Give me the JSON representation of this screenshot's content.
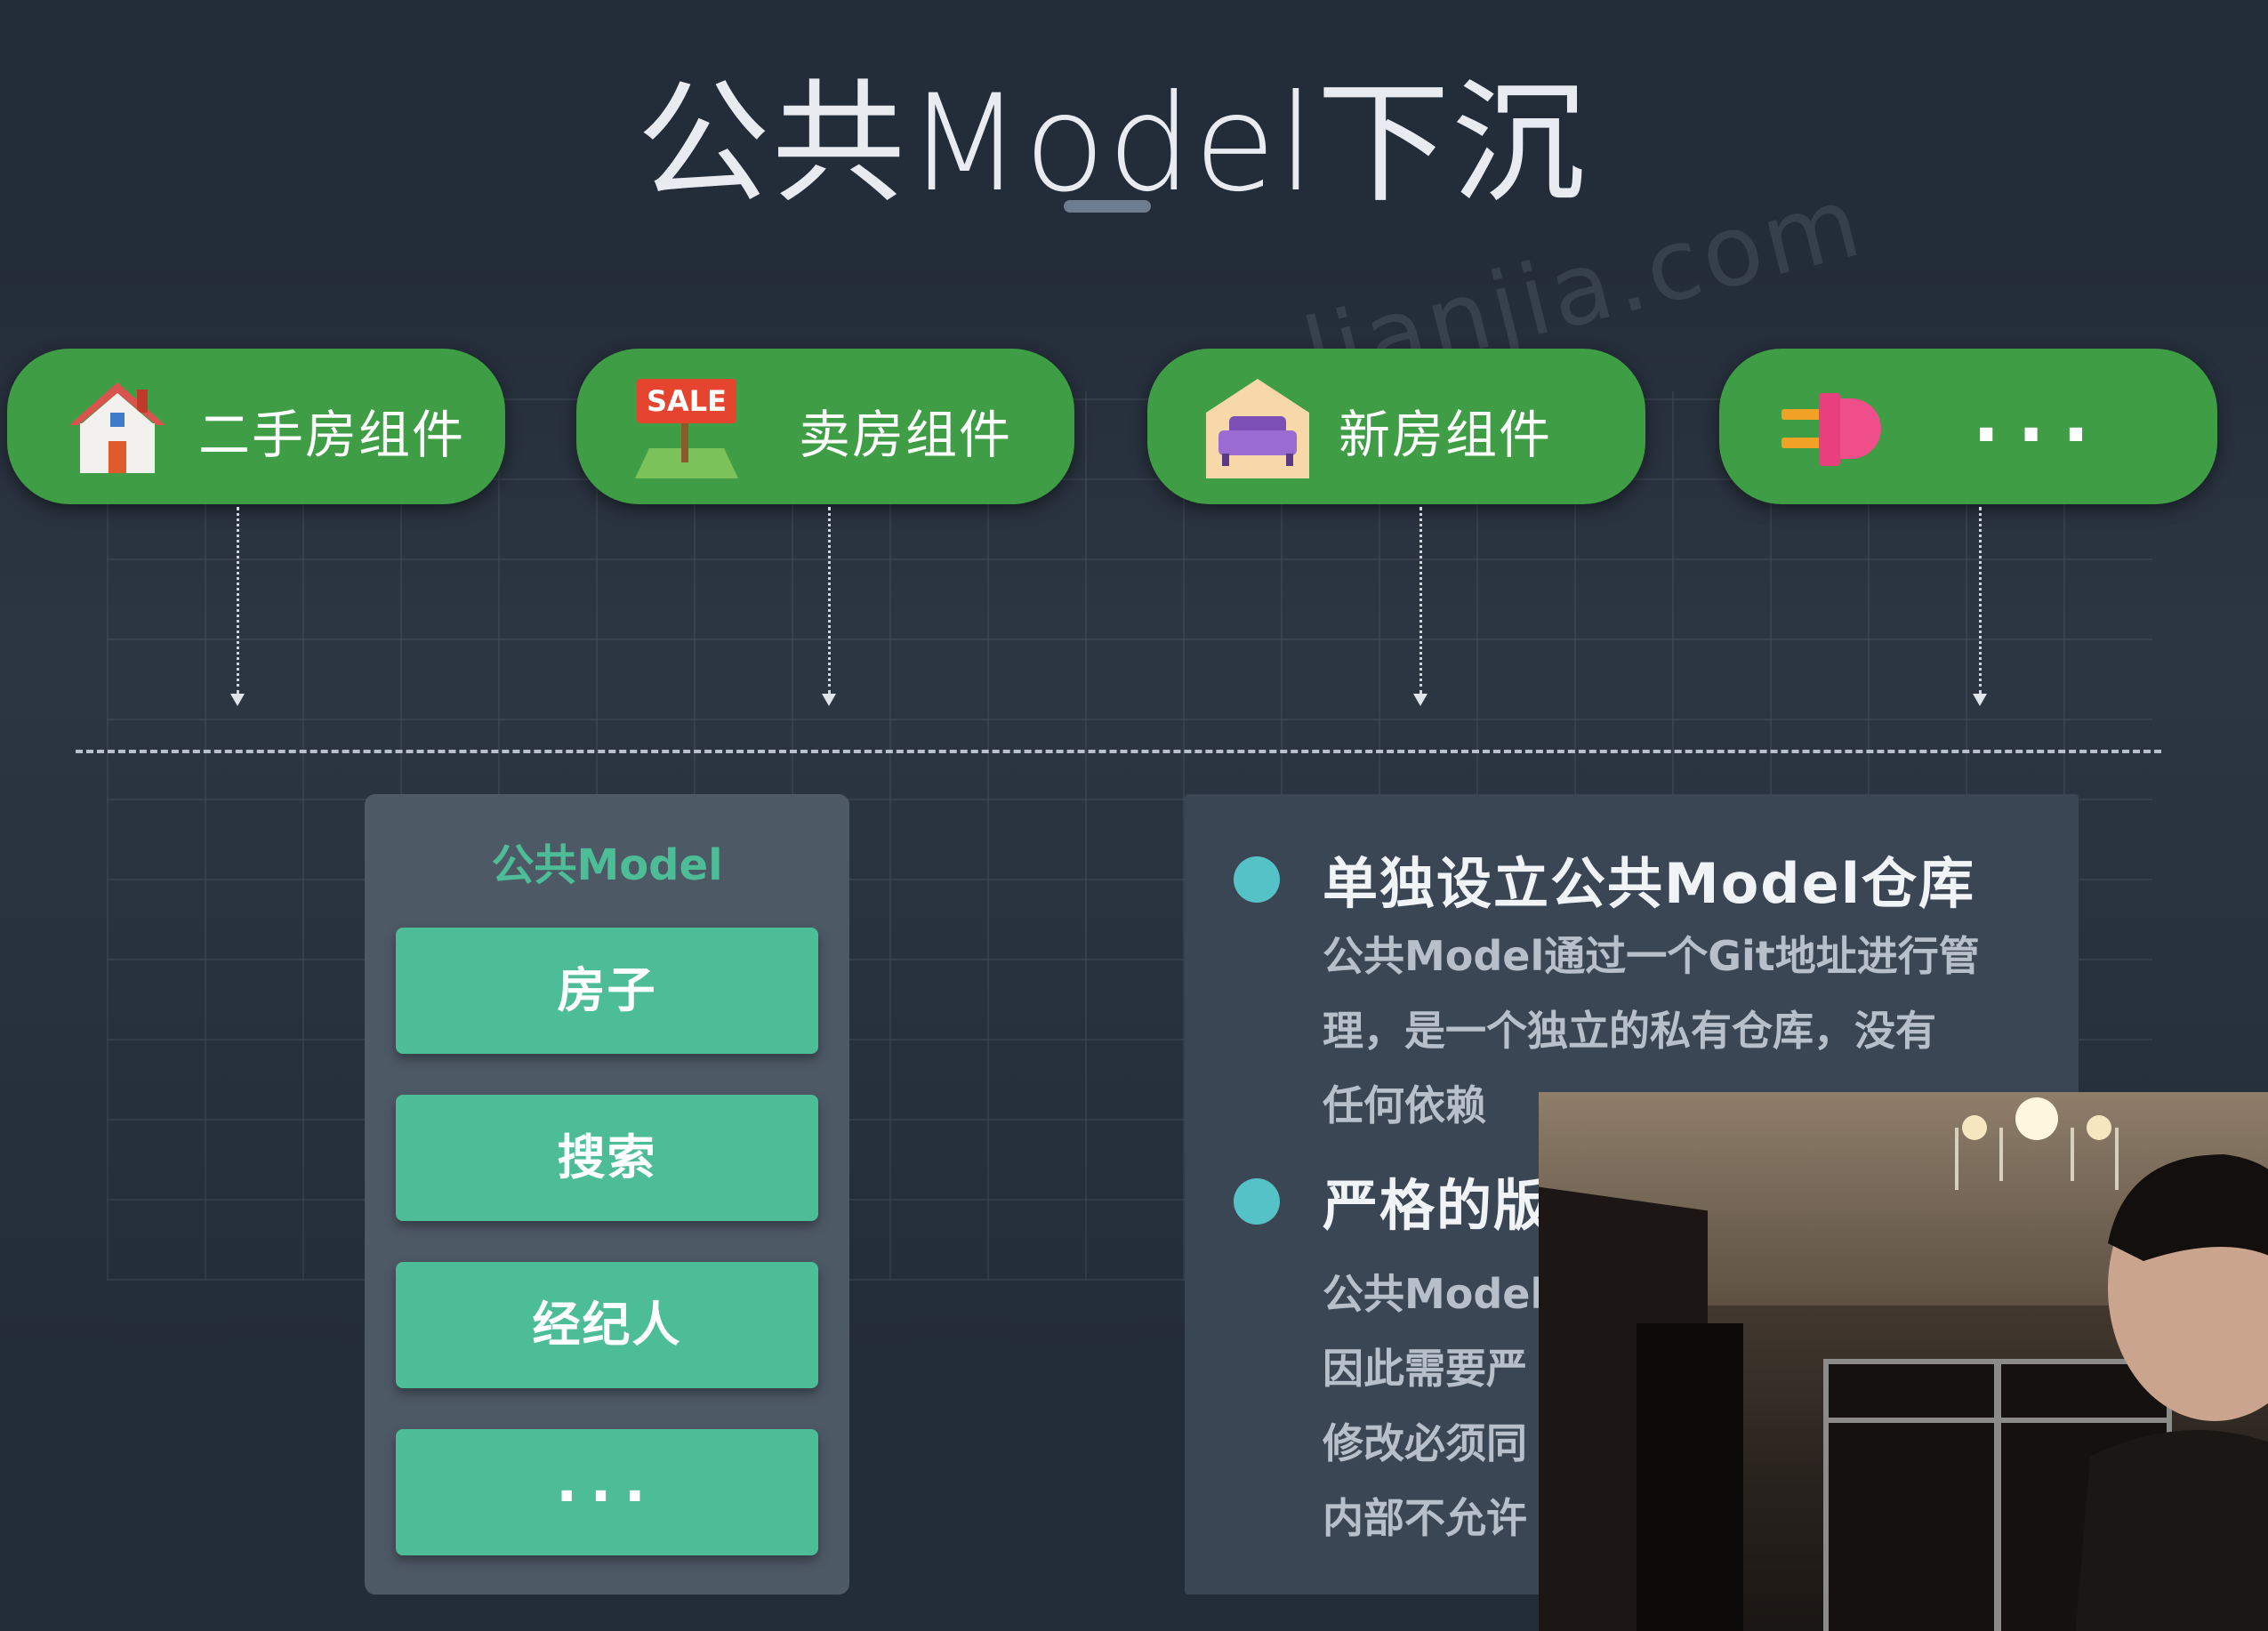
{
  "slide": {
    "title": "公共Model下沉",
    "watermark": "lianjia.com",
    "components": [
      {
        "label": "二手房组件",
        "icon": "house-icon"
      },
      {
        "label": "卖房组件",
        "icon": "sale-sign-icon",
        "badge": "SALE"
      },
      {
        "label": "新房组件",
        "icon": "sofa-icon"
      },
      {
        "label": "...",
        "icon": "plug-icon"
      }
    ],
    "common_model": {
      "heading": "公共Model",
      "items": [
        "房子",
        "搜索",
        "经纪人",
        "..."
      ]
    },
    "notes": [
      {
        "heading": "单独设立公共Model仓库",
        "lines": [
          "公共Model通过一个Git地址进行管",
          "理，是一个独立的私有仓库，没有",
          "任何依赖"
        ]
      },
      {
        "heading": "严格的版",
        "lines": [
          "公共Model",
          "因此需要严",
          "修改必须同",
          "内部不允许"
        ]
      }
    ]
  },
  "colors": {
    "background": "#232c39",
    "component_green": "#3f9e45",
    "model_teal": "#4dbd97",
    "bullet_cyan": "#55c2c8"
  }
}
